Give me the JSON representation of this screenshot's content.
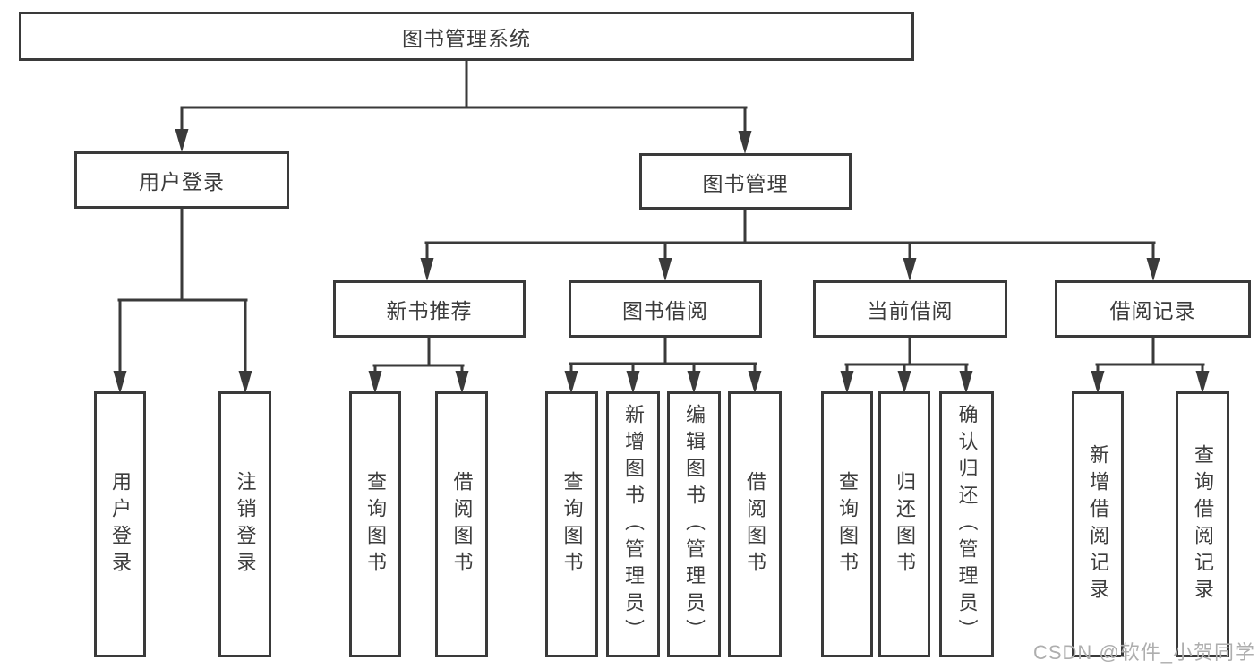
{
  "diagram": {
    "root": {
      "label": "图书管理系统"
    },
    "level2": [
      {
        "id": "user-login",
        "label": "用户登录"
      },
      {
        "id": "book-mgmt",
        "label": "图书管理"
      }
    ],
    "level3": [
      {
        "id": "new-book-rec",
        "label": "新书推荐"
      },
      {
        "id": "book-borrow",
        "label": "图书借阅"
      },
      {
        "id": "current-borrow",
        "label": "当前借阅"
      },
      {
        "id": "borrow-records",
        "label": "借阅记录"
      }
    ],
    "leaves": [
      {
        "id": "user-login",
        "label": "用户登录"
      },
      {
        "id": "logout",
        "label": "注销登录"
      },
      {
        "id": "query-books-1",
        "label": "查询图书"
      },
      {
        "id": "borrow-books-1",
        "label": "借阅图书"
      },
      {
        "id": "query-books-2",
        "label": "查询图书"
      },
      {
        "id": "add-book-admin",
        "label": "新增图书（管理员）"
      },
      {
        "id": "edit-book-admin",
        "label": "编辑图书（管理员）"
      },
      {
        "id": "borrow-books-2",
        "label": "借阅图书"
      },
      {
        "id": "query-books-3",
        "label": "查询图书"
      },
      {
        "id": "return-books",
        "label": "归还图书"
      },
      {
        "id": "confirm-return-admin",
        "label": "确认归还（管理员）"
      },
      {
        "id": "add-borrow-record",
        "label": "新增借阅记录"
      },
      {
        "id": "query-borrow-record",
        "label": "查询借阅记录"
      }
    ]
  },
  "watermark": {
    "text": "CSDN @软件_小贺同学"
  },
  "colors": {
    "line": "#3a3a3a",
    "text": "#3c3c3c",
    "watermark": "#aeaeae",
    "background": "#ffffff"
  }
}
